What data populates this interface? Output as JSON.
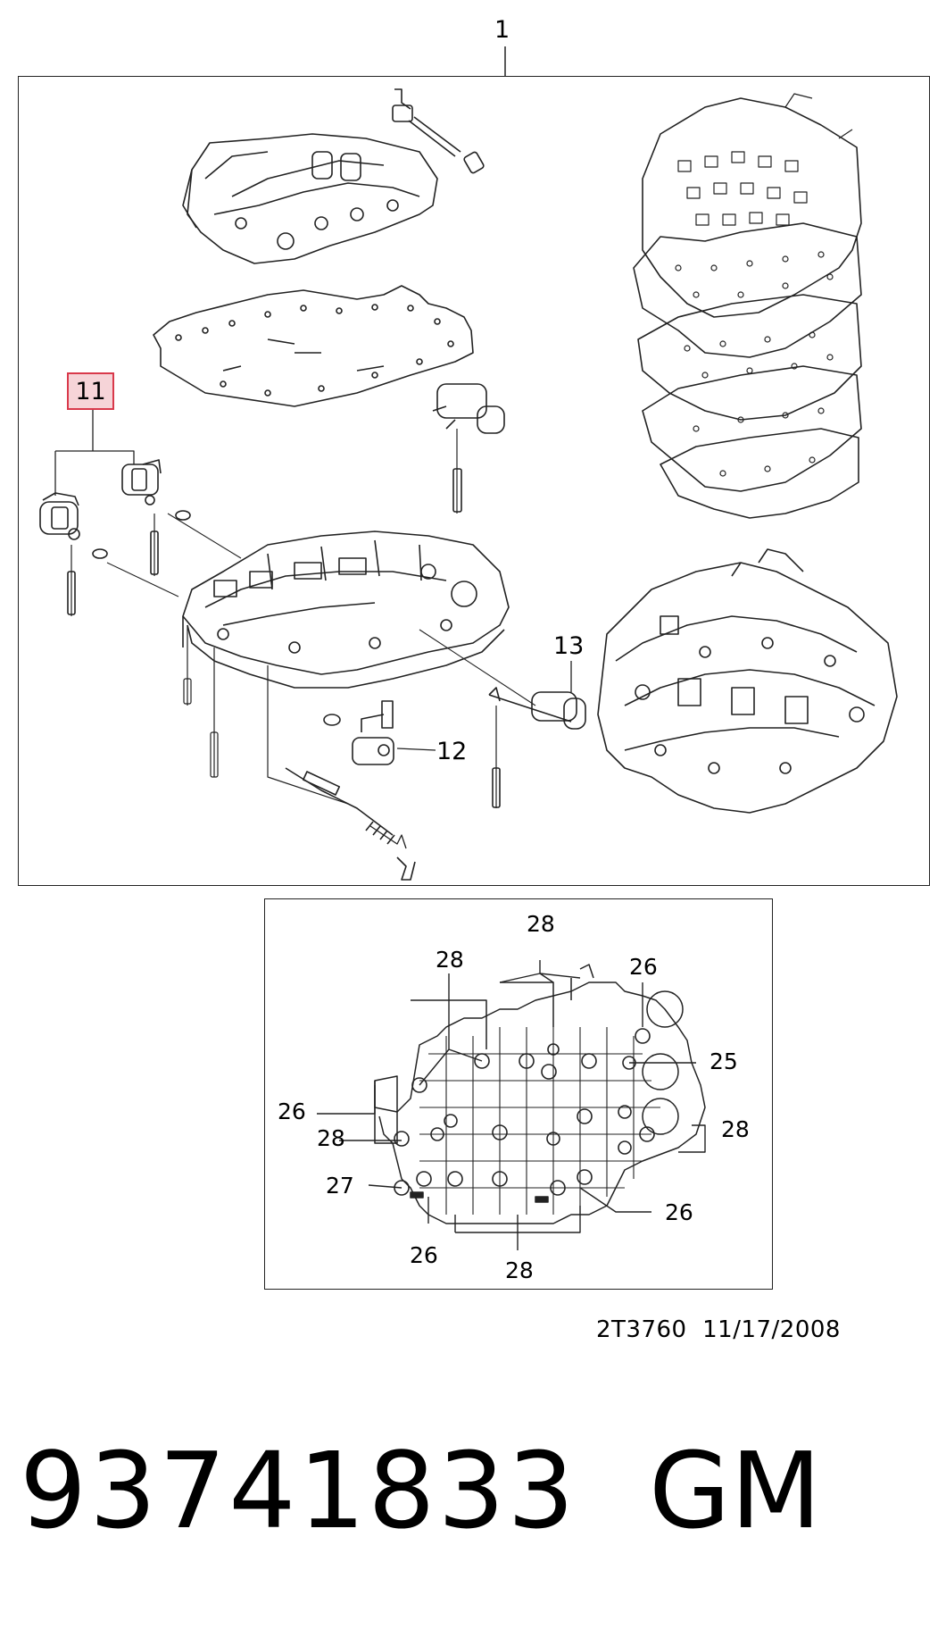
{
  "diagram": {
    "callouts": {
      "assembly": "1",
      "highlighted": "11",
      "solenoid_small": "12",
      "solenoid_right": "13"
    },
    "detail_callouts": {
      "top": "28",
      "upper_left": "28",
      "upper_right": "26",
      "right_upper": "25",
      "left_mid": "26",
      "right_mid": "28",
      "left_lower": "28",
      "left_bottom": "27",
      "right_lower": "26",
      "bottom_left": "26",
      "bottom_center": "28"
    },
    "highlight_color": "#d9394b",
    "highlight_fill": "#f6d4d8"
  },
  "footer": {
    "stamp": "2T3760  11/17/2008",
    "part_number": "93741833",
    "brand": "GM"
  }
}
